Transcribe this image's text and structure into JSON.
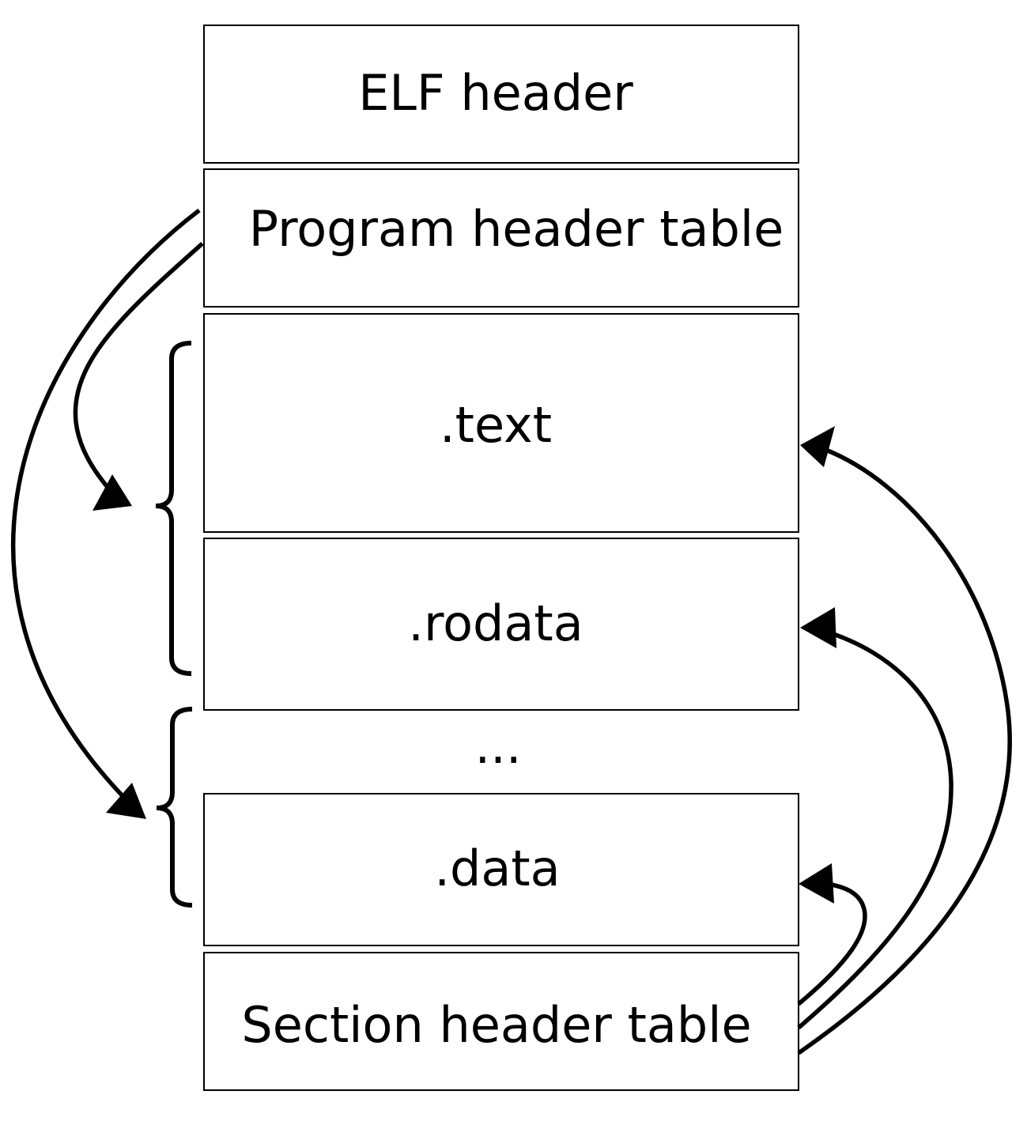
{
  "blocks": [
    {
      "id": "elf-header",
      "label": "ELF header"
    },
    {
      "id": "program-header-table",
      "label": "Program header table"
    },
    {
      "id": "text",
      "label": ".text"
    },
    {
      "id": "rodata",
      "label": ".rodata"
    },
    {
      "id": "ellipsis",
      "label": "..."
    },
    {
      "id": "data",
      "label": ".data"
    },
    {
      "id": "section-header-table",
      "label": "Section header table"
    }
  ],
  "segments": [
    {
      "id": "segment-1",
      "covers": [
        ".text",
        ".rodata"
      ]
    },
    {
      "id": "segment-2",
      "covers": [
        "...",
        ".data"
      ]
    }
  ],
  "references": [
    {
      "from": "Program header table",
      "to": "segment-1"
    },
    {
      "from": "Program header table",
      "to": "segment-2"
    },
    {
      "from": "Section header table",
      "to": ".text"
    },
    {
      "from": "Section header table",
      "to": ".rodata"
    },
    {
      "from": "Section header table",
      "to": ".data"
    }
  ],
  "colors": {
    "stroke": "#000000",
    "background": "#ffffff"
  }
}
